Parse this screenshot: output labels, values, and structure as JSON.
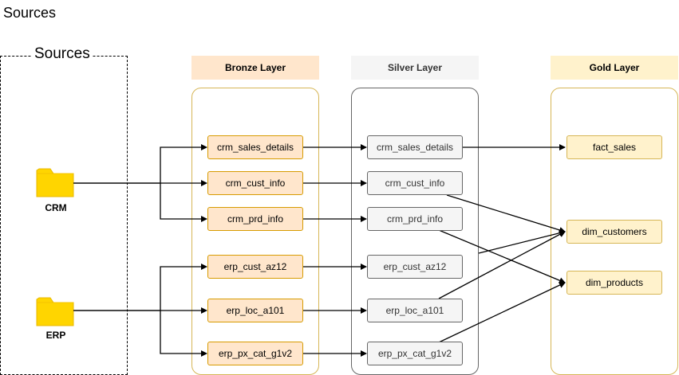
{
  "title": "Sources",
  "sources_group": {
    "label": "Sources"
  },
  "sources": [
    {
      "id": "crm",
      "label": "CRM",
      "icon": "folder-icon"
    },
    {
      "id": "erp",
      "label": "ERP",
      "icon": "folder-icon"
    }
  ],
  "layers": {
    "bronze": {
      "label": "Bronze Layer",
      "header_color": "#ffe6cc",
      "border_color": "#d6b656",
      "tables": [
        "crm_sales_details",
        "crm_cust_info",
        "crm_prd_info",
        "erp_cust_az12",
        "erp_loc_a101",
        "erp_px_cat_g1v2"
      ]
    },
    "silver": {
      "label": "Silver Layer",
      "header_color": "#f5f5f5",
      "border_color": "#666666",
      "tables": [
        "crm_sales_details",
        "crm_cust_info",
        "crm_prd_info",
        "erp_cust_az12",
        "erp_loc_a101",
        "erp_px_cat_g1v2"
      ]
    },
    "gold": {
      "label": "Gold Layer",
      "header_color": "#fff2cc",
      "border_color": "#d6b656",
      "tables": [
        "fact_sales",
        "dim_customers",
        "dim_products"
      ]
    }
  },
  "edges": [
    {
      "from": "CRM",
      "to": "bronze.crm_sales_details"
    },
    {
      "from": "CRM",
      "to": "bronze.crm_cust_info"
    },
    {
      "from": "CRM",
      "to": "bronze.crm_prd_info"
    },
    {
      "from": "ERP",
      "to": "bronze.erp_cust_az12"
    },
    {
      "from": "ERP",
      "to": "bronze.erp_loc_a101"
    },
    {
      "from": "ERP",
      "to": "bronze.erp_px_cat_g1v2"
    },
    {
      "from": "bronze.crm_sales_details",
      "to": "silver.crm_sales_details"
    },
    {
      "from": "bronze.crm_cust_info",
      "to": "silver.crm_cust_info"
    },
    {
      "from": "bronze.crm_prd_info",
      "to": "silver.crm_prd_info"
    },
    {
      "from": "bronze.erp_cust_az12",
      "to": "silver.erp_cust_az12"
    },
    {
      "from": "bronze.erp_loc_a101",
      "to": "silver.erp_loc_a101"
    },
    {
      "from": "bronze.erp_px_cat_g1v2",
      "to": "silver.erp_px_cat_g1v2"
    },
    {
      "from": "silver.crm_sales_details",
      "to": "gold.fact_sales"
    },
    {
      "from": "silver.crm_cust_info",
      "to": "gold.dim_customers"
    },
    {
      "from": "silver.erp_cust_az12",
      "to": "gold.dim_customers"
    },
    {
      "from": "silver.erp_loc_a101",
      "to": "gold.dim_customers"
    },
    {
      "from": "silver.crm_prd_info",
      "to": "gold.dim_products"
    },
    {
      "from": "silver.erp_px_cat_g1v2",
      "to": "gold.dim_products"
    }
  ]
}
